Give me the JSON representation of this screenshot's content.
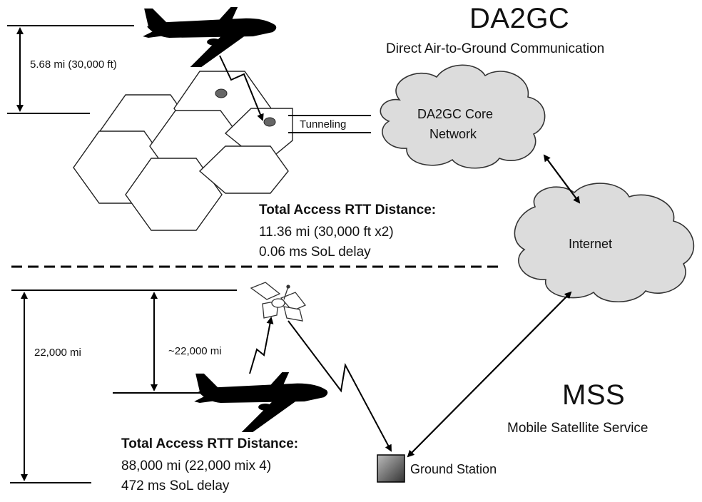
{
  "da2gc": {
    "title": "DA2GC",
    "subtitle": "Direct Air-to-Ground Communication",
    "altitude_label": "5.68 mi (30,000 ft)",
    "tunneling_label": "Tunneling",
    "core_network_line1": "DA2GC Core",
    "core_network_line2": "Network",
    "rtt_heading": "Total Access RTT Distance:",
    "rtt_distance": "11.36 mi (30,000 ft x2)",
    "rtt_delay": "0.06 ms SoL delay"
  },
  "internet_label": "Internet",
  "mss": {
    "title": "MSS",
    "subtitle": "Mobile Satellite Service",
    "total_height_label": "22,000 mi",
    "approx_height_label": "~22,000 mi",
    "ground_station_label": "Ground Station",
    "rtt_heading": "Total Access RTT Distance:",
    "rtt_distance": "88,000 mi (22,000 mix 4)",
    "rtt_delay": "472 ms SoL delay"
  },
  "colors": {
    "cloud_fill": "#dcdcdc",
    "line": "#000000",
    "hex_stroke": "#333333",
    "ground_station_fill": "#666666"
  },
  "icons": [
    "airplane-icon",
    "satellite-icon",
    "cloud-icon",
    "ground-station-icon",
    "cell-tower-icon"
  ]
}
